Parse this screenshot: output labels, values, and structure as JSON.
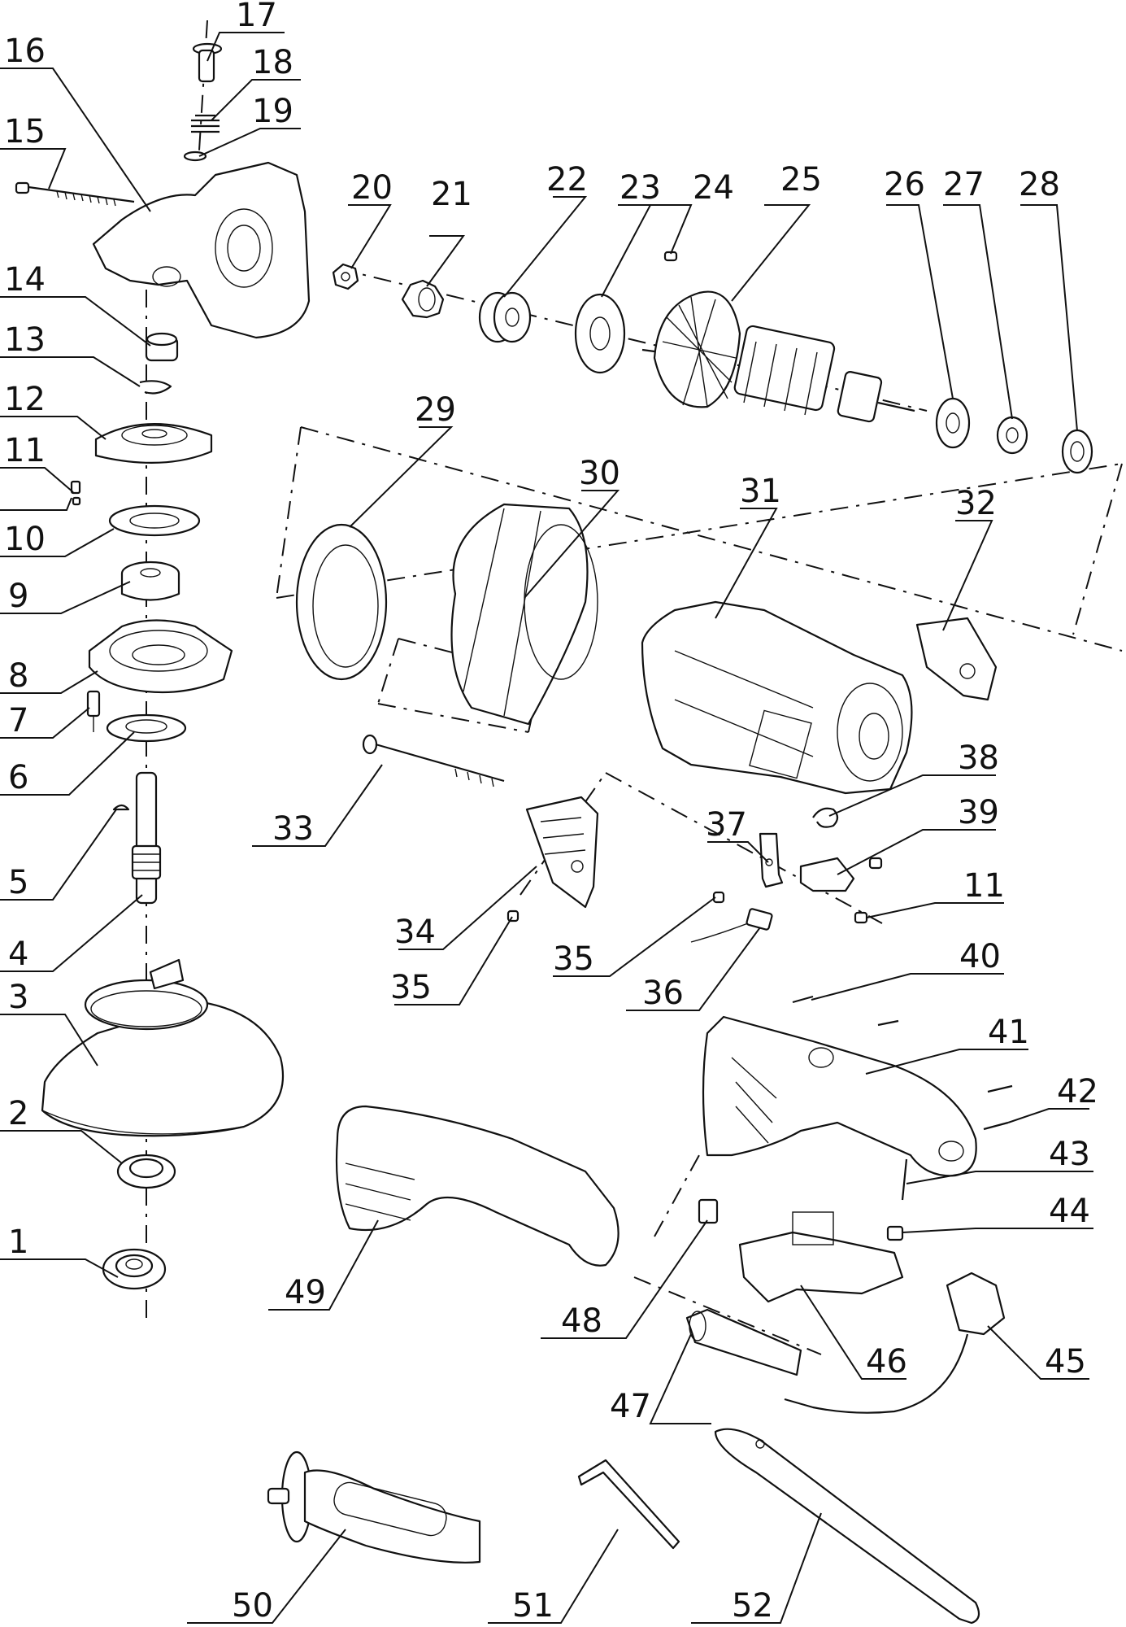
{
  "labels": [
    "1",
    "2",
    "3",
    "4",
    "5",
    "6",
    "7",
    "8",
    "9",
    "10",
    "11",
    "12",
    "13",
    "14",
    "15",
    "16",
    "17",
    "18",
    "19",
    "20",
    "21",
    "22",
    "23",
    "24",
    "25",
    "26",
    "27",
    "28",
    "29",
    "30",
    "31",
    "32",
    "33",
    "34",
    "35",
    "35",
    "36",
    "37",
    "38",
    "39",
    "11",
    "40",
    "41",
    "42",
    "43",
    "44",
    "45",
    "46",
    "47",
    "48",
    "49",
    "50",
    "51",
    "52"
  ]
}
